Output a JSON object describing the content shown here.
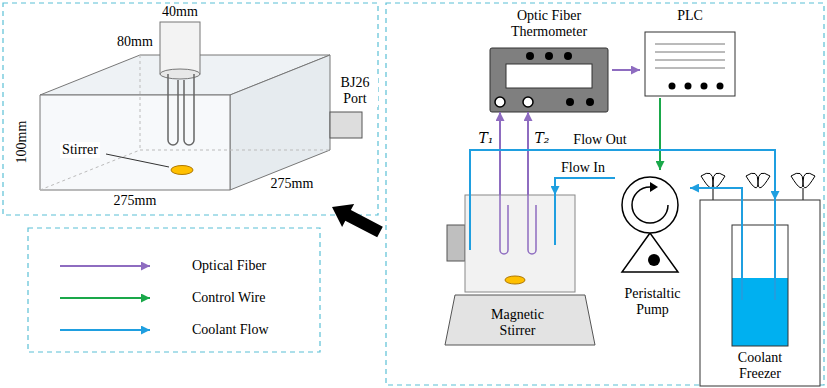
{
  "diagram": {
    "nodes": [
      {
        "text": [
          "Optic Fiber Thermometer"
        ]
      },
      {
        "text": [
          "PLC"
        ]
      },
      {
        "text": [
          "Magnetic Stirrer"
        ]
      },
      {
        "text": [
          "Peristaltic Pump"
        ]
      },
      {
        "text": [
          "Coolant Freezer"
        ]
      }
    ],
    "edges": [
      {
        "from": 0,
        "to": 1,
        "arrow": "to"
      },
      {
        "from": 1,
        "to": 3,
        "arrow": "to"
      },
      {
        "from": 2,
        "to": 0,
        "label": "T₁",
        "arrow": "to"
      },
      {
        "from": 2,
        "to": 0,
        "label": "T₂",
        "arrow": "to"
      },
      {
        "from": 4,
        "to": 3,
        "arrow": "to"
      },
      {
        "from": 3,
        "to": 2,
        "label": "Flow In",
        "arrow": "to"
      },
      {
        "from": 2,
        "to": 4,
        "label": "Flow Out",
        "arrow": "to"
      }
    ],
    "labels": [
      "40mm",
      "80mm",
      "100mm",
      "275mm",
      "275mm",
      "Stirrer",
      "BJ26 Port"
    ],
    "legend": [
      {
        "text": "Optical Fiber"
      },
      {
        "text": "Control Wire"
      },
      {
        "text": "Coolant Flow"
      }
    ]
  }
}
